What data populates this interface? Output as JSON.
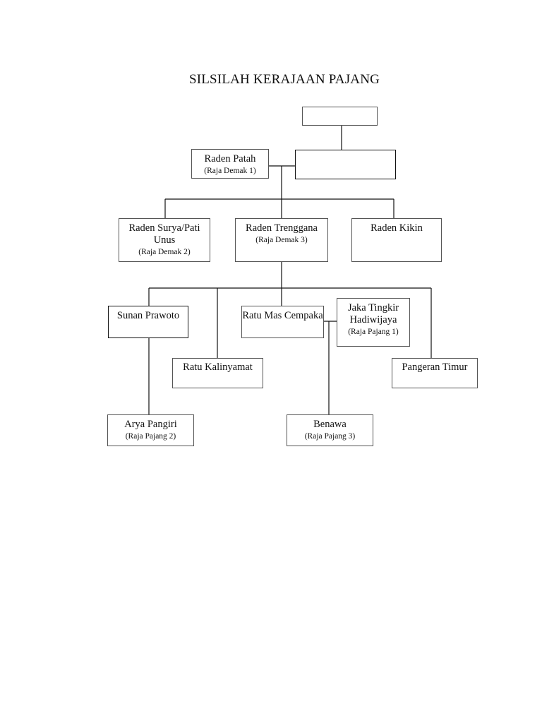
{
  "title": "SILSILAH KERAJAAN PAJANG",
  "nodes": {
    "top_empty": {
      "name": "",
      "sub": ""
    },
    "right_empty": {
      "name": "",
      "sub": ""
    },
    "raden_patah": {
      "name": "Raden Patah",
      "sub": "(Raja Demak 1)"
    },
    "raden_surya": {
      "name": "Raden Surya/Pati Unus",
      "sub": "(Raja Demak 2)"
    },
    "raden_trenggana": {
      "name": "Raden Trenggana",
      "sub": "(Raja Demak 3)"
    },
    "raden_kikin": {
      "name": "Raden Kikin",
      "sub": ""
    },
    "sunan_prawoto": {
      "name": "Sunan Prawoto",
      "sub": ""
    },
    "ratu_mas_cempaka": {
      "name": "Ratu Mas Cempaka",
      "sub": ""
    },
    "jaka_tingkir": {
      "name": "Jaka Tingkir Hadiwijaya",
      "sub": "(Raja Pajang 1)"
    },
    "ratu_kalinyamat": {
      "name": "Ratu Kalinyamat",
      "sub": ""
    },
    "pangeran_timur": {
      "name": "Pangeran Timur",
      "sub": ""
    },
    "arya_pangiri": {
      "name": "Arya Pangiri",
      "sub": "(Raja Pajang 2)"
    },
    "benawa": {
      "name": "Benawa",
      "sub": "(Raja Pajang 3)"
    }
  }
}
